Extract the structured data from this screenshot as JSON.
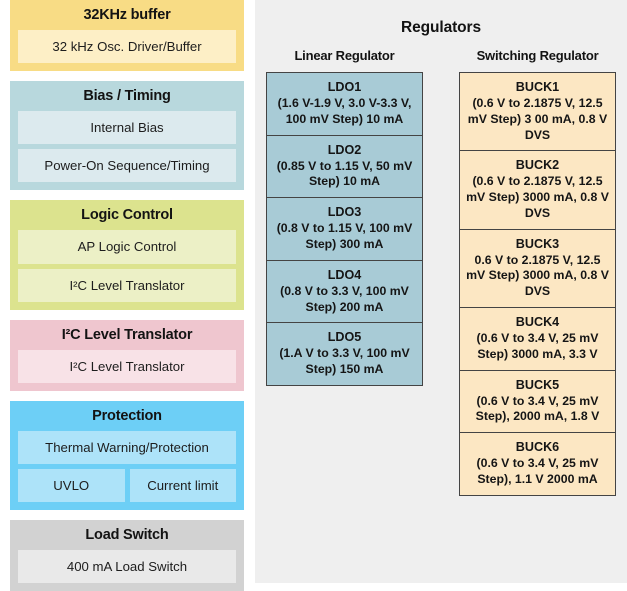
{
  "left_blocks": [
    {
      "title": "32KHz buffer",
      "color": "#F8DC85",
      "cells": [
        [
          "32 kHz Osc. Driver/Buffer"
        ]
      ]
    },
    {
      "title": "Bias / Timing",
      "color": "#B8D8DD",
      "cells": [
        [
          "Internal Bias"
        ],
        [
          "Power-On Sequence/Timing"
        ]
      ]
    },
    {
      "title": "Logic Control",
      "color": "#DCE38E",
      "cells": [
        [
          "AP Logic Control"
        ],
        [
          "I²C Level Translator"
        ]
      ]
    },
    {
      "title": "I²C Level Translator",
      "color": "#EFC6CF",
      "cells": [
        [
          "I²C Level Translator"
        ]
      ]
    },
    {
      "title": "Protection",
      "color": "#6DCFF6",
      "cells": [
        [
          "Thermal Warning/Protection"
        ],
        [
          "UVLO",
          "Current limit"
        ]
      ]
    },
    {
      "title": "Load Switch",
      "color": "#D2D2D2",
      "cells": [
        [
          "400 mA Load Switch"
        ]
      ]
    }
  ],
  "regulators": {
    "title": "Regulators",
    "panel_bg": "#EFEFEF",
    "columns": [
      {
        "header": "Linear Regulator",
        "fill": "#A8CBD6",
        "items": [
          {
            "name": "LDO1",
            "desc": "(1.6 V-1.9 V, 3.0 V-3.3 V, 100 mV Step) 10 mA"
          },
          {
            "name": "LDO2",
            "desc": "(0.85 V to 1.15 V, 50 mV Step) 10 mA"
          },
          {
            "name": "LDO3",
            "desc": "(0.8 V to 1.15 V, 100 mV Step) 300 mA"
          },
          {
            "name": "LDO4",
            "desc": "(0.8 V to 3.3 V, 100 mV Step) 200 mA"
          },
          {
            "name": "LDO5",
            "desc": "(1.A V to 3.3 V, 100 mV Step) 150 mA"
          }
        ]
      },
      {
        "header": "Switching Regulator",
        "fill": "#FCE7C3",
        "items": [
          {
            "name": "BUCK1",
            "desc": "(0.6 V to 2.1875 V, 12.5 mV Step) 3 00 mA, 0.8 V DVS"
          },
          {
            "name": "BUCK2",
            "desc": "(0.6 V to 2.1875 V, 12.5 mV Step) 3000 mA, 0.8 V DVS"
          },
          {
            "name": "BUCK3",
            "desc": "0.6 V to 2.1875 V, 12.5 mV Step) 3000 mA, 0.8 V DVS"
          },
          {
            "name": "BUCK4",
            "desc": "(0.6 V to 3.4 V, 25 mV Step) 3000 mA, 3.3 V"
          },
          {
            "name": "BUCK5",
            "desc": "(0.6 V to 3.4 V, 25 mV Step), 2000 mA, 1.8 V"
          },
          {
            "name": "BUCK6",
            "desc": "(0.6 V to 3.4 V, 25 mV Step), 1.1 V 2000 mA"
          }
        ]
      }
    ]
  }
}
